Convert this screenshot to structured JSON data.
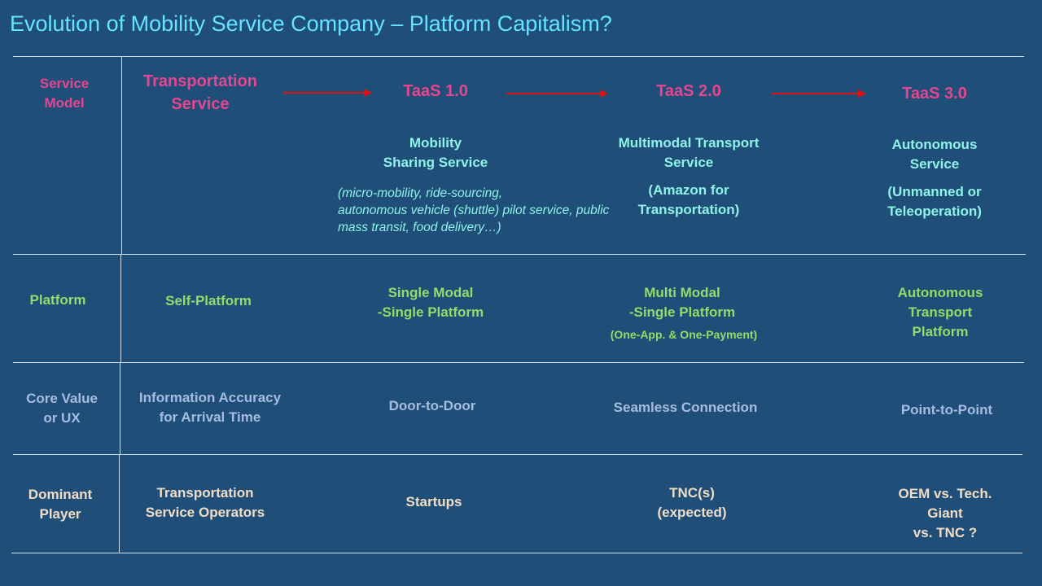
{
  "title": "Evolution of Mobility Service Company – Platform Capitalism?",
  "colors": {
    "background": "#1f4e79",
    "title": "#66e3ff",
    "service_model": "#e6458f",
    "cyan_text": "#8ff3e8",
    "platform_text": "#93dc6a",
    "core_value_text": "#a7bde0",
    "dominant_player_text": "#f1ddc6",
    "arrow": "#e01010"
  },
  "rows": {
    "service_model": {
      "label": "Service\nModel",
      "stages": [
        "Transportation\nService",
        "TaaS 1.0",
        "TaaS 2.0",
        "TaaS 3.0"
      ],
      "taas1": {
        "name": "Mobility\nSharing Service",
        "examples": "(micro-mobility, ride-sourcing,\nautonomous vehicle (shuttle) pilot service, public\nmass transit, food delivery…)"
      },
      "taas2": {
        "name": "Multimodal Transport\nService",
        "note": "(Amazon for\nTransportation)"
      },
      "taas3": {
        "name": "Autonomous\nService",
        "note": "(Unmanned or\nTeleoperation)"
      }
    },
    "platform": {
      "label": "Platform",
      "cells": [
        "Self-Platform",
        "Single Modal\n-Single Platform",
        "Multi Modal\n-Single Platform",
        "Autonomous\nTransport Platform"
      ],
      "taas2_note": "(One-App. & One-Payment)"
    },
    "core_value": {
      "label": "Core Value\nor UX",
      "cells": [
        "Information Accuracy\nfor Arrival Time",
        "Door-to-Door",
        "Seamless Connection",
        "Point-to-Point"
      ]
    },
    "dominant_player": {
      "label": "Dominant\nPlayer",
      "cells": [
        "Transportation\nService Operators",
        "Startups",
        "TNC(s)\n(expected)",
        "OEM vs. Tech. Giant\nvs. TNC ?"
      ]
    }
  }
}
